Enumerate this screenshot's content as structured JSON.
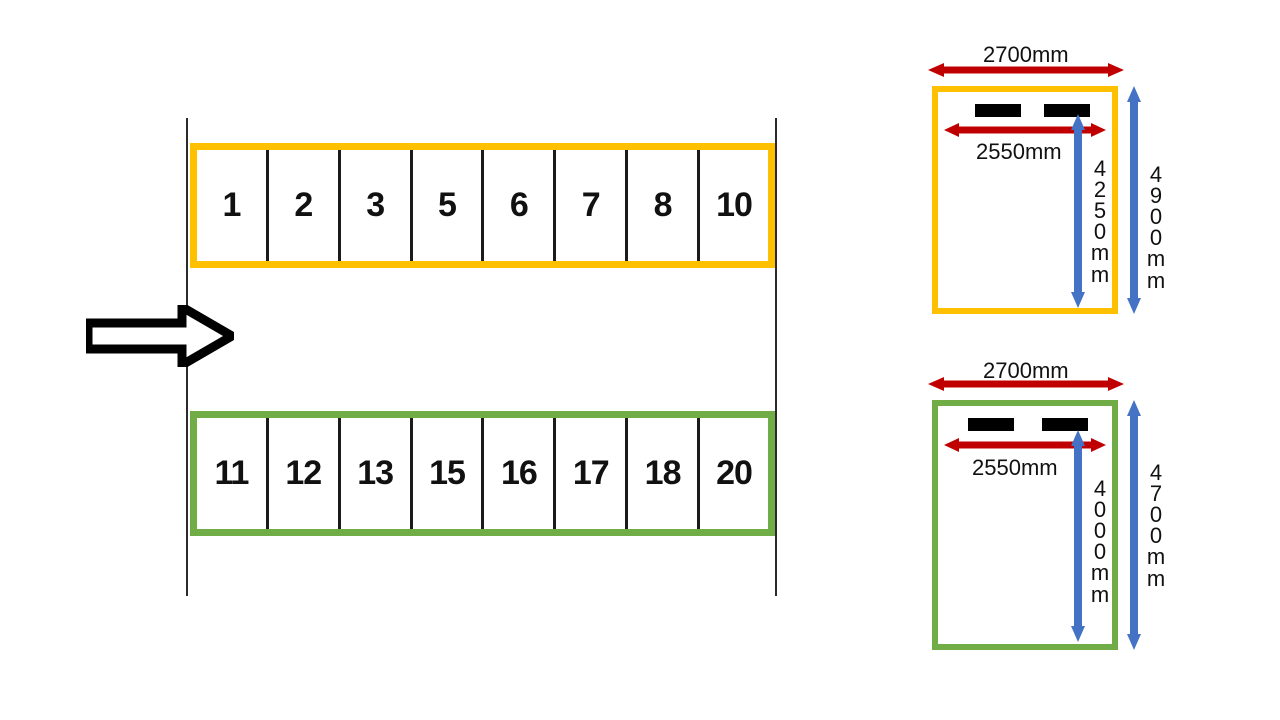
{
  "diagram": {
    "title": "parking-bay-layout",
    "colors": {
      "bay_row_top_border": "#FFC000",
      "bay_row_bottom_border": "#70AD47",
      "dimension_horizontal": "#C00000",
      "dimension_vertical": "#4472C4",
      "line": "#2b2b2b",
      "stop_bar": "#000000"
    },
    "plan": {
      "entry_arrow": "right-arrow",
      "rows": [
        {
          "id": "top-row",
          "color": "#FFC000",
          "bays": [
            "1",
            "2",
            "3",
            "5",
            "6",
            "7",
            "8",
            "10"
          ]
        },
        {
          "id": "bottom-row",
          "color": "#70AD47",
          "bays": [
            "11",
            "12",
            "13",
            "15",
            "16",
            "17",
            "18",
            "20"
          ]
        }
      ]
    },
    "details": [
      {
        "id": "yellow-bay-detail",
        "color": "#FFC000",
        "outer_width": "2700mm",
        "inner_width": "2550mm",
        "inner_depth": [
          "4",
          "2",
          "5",
          "0",
          "m",
          "m"
        ],
        "outer_depth": [
          "4",
          "9",
          "0",
          "0",
          "m",
          "m"
        ]
      },
      {
        "id": "green-bay-detail",
        "color": "#70AD47",
        "outer_width": "2700mm",
        "inner_width": "2550mm",
        "inner_depth": [
          "4",
          "0",
          "0",
          "0",
          "m",
          "m"
        ],
        "outer_depth": [
          "4",
          "7",
          "0",
          "0",
          "m",
          "m"
        ]
      }
    ]
  }
}
